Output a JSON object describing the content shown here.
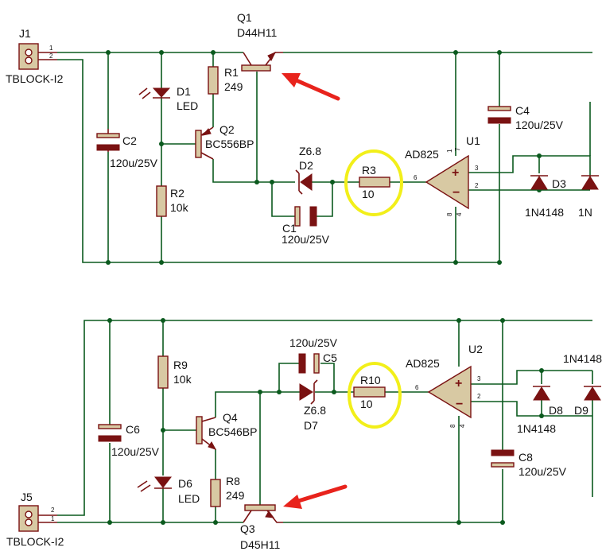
{
  "colors": {
    "wire": "#0b5a1e",
    "component_outline": "#7a1212",
    "component_fill": "#d8c9a3",
    "highlight_circle": "#f2ef1a",
    "arrow": "#e8231c"
  },
  "top_circuit": {
    "j1": {
      "ref": "J1",
      "type": "TBLOCK-I2",
      "pin1": "1",
      "pin2": "2"
    },
    "q1": {
      "ref": "Q1",
      "type": "D44H11"
    },
    "r1": {
      "ref": "R1",
      "value": "249"
    },
    "d1": {
      "ref": "D1",
      "type": "LED"
    },
    "q2": {
      "ref": "Q2",
      "type": "BC556BP"
    },
    "c2": {
      "ref": "C2",
      "value": "120u/25V"
    },
    "r2": {
      "ref": "R2",
      "value": "10k"
    },
    "d2": {
      "value": "Z6.8",
      "ref": "D2"
    },
    "c1": {
      "ref": "C1",
      "value": "120u/25V"
    },
    "r3": {
      "ref": "R3",
      "value": "10"
    },
    "u1": {
      "ref": "U1",
      "type": "AD825",
      "pins": [
        "7",
        "3",
        "2",
        "6",
        "8",
        "4",
        "1"
      ]
    },
    "c4": {
      "ref": "C4",
      "value": "120u/25V"
    },
    "d3": {
      "ref": "D3",
      "type": "1N4148",
      "type_partial": "1N"
    }
  },
  "bottom_circuit": {
    "j5": {
      "ref": "J5",
      "type": "TBLOCK-I2",
      "pin1": "1",
      "pin2": "2"
    },
    "q3": {
      "ref": "Q3",
      "type": "D45H11"
    },
    "r8": {
      "ref": "R8",
      "value": "249"
    },
    "d6": {
      "ref": "D6",
      "type": "LED"
    },
    "q4": {
      "ref": "Q4",
      "type": "BC546BP"
    },
    "c6": {
      "ref": "C6",
      "value": "120u/25V"
    },
    "r9": {
      "ref": "R9",
      "value": "10k"
    },
    "d7": {
      "value": "Z6.8",
      "ref": "D7"
    },
    "c5": {
      "ref": "C5",
      "value": "120u/25V"
    },
    "r10": {
      "ref": "R10",
      "value": "10"
    },
    "u2": {
      "ref": "U2",
      "type": "AD825",
      "pins": [
        "3",
        "2",
        "6",
        "8",
        "4"
      ]
    },
    "c8": {
      "ref": "C8",
      "value": "120u/25V"
    },
    "d8": {
      "ref": "D8",
      "type": "1N4148"
    },
    "d9": {
      "ref": "D9",
      "type_top": "1N4148"
    }
  }
}
